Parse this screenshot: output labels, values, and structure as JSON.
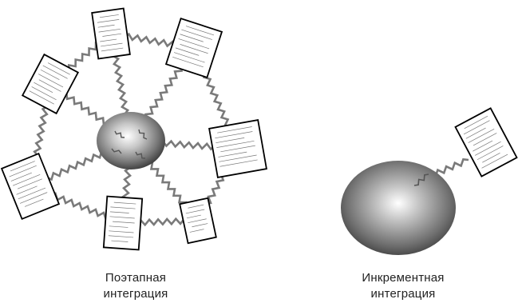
{
  "diagram": {
    "left_panel": {
      "caption_line1": "Поэтапная",
      "caption_line2": "интеграция",
      "hub_icon": "sphere-icon",
      "document_icon": "document-page-icon",
      "connector_icon": "zigzag-connector-icon"
    },
    "right_panel": {
      "caption_line1": "Инкрементная",
      "caption_line2": "интеграция",
      "hub_icon": "sphere-icon",
      "document_icon": "document-page-icon",
      "connector_icon": "zigzag-connector-icon"
    },
    "colors": {
      "sphere_light": "#ffffff",
      "sphere_mid": "#8c8c8c",
      "sphere_dark": "#3c3c3c",
      "connector": "#7a7a7a",
      "document_border": "#000000",
      "document_text": "#777777"
    }
  }
}
